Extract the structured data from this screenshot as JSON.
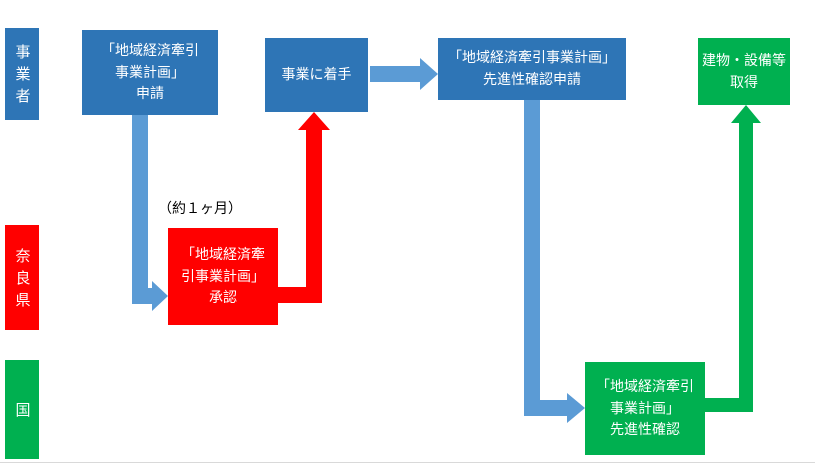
{
  "colors": {
    "blue_box": "#2E75B6",
    "blue_arrow": "#5B9BD5",
    "red": "#FF0000",
    "green": "#00B050"
  },
  "lanes": {
    "business_operator": "事業者",
    "nara_prefecture": "奈良県",
    "national_government": "国"
  },
  "nodes": {
    "plan_application": "「地域経済牽引\n事業計画」\n申請",
    "start_business": "事業に着手",
    "advancedness_application": "「地域経済牽引事業計画」\n先進性確認申請",
    "acquire_assets": "建物・設備等\n取得",
    "plan_approval": "「地域経済牽\n引事業計画」\n承認",
    "advancedness_confirmation": "「地域経済牽引\n事業計画」\n先進性確認"
  },
  "notes": {
    "approval_duration": "（約１ヶ月）"
  }
}
